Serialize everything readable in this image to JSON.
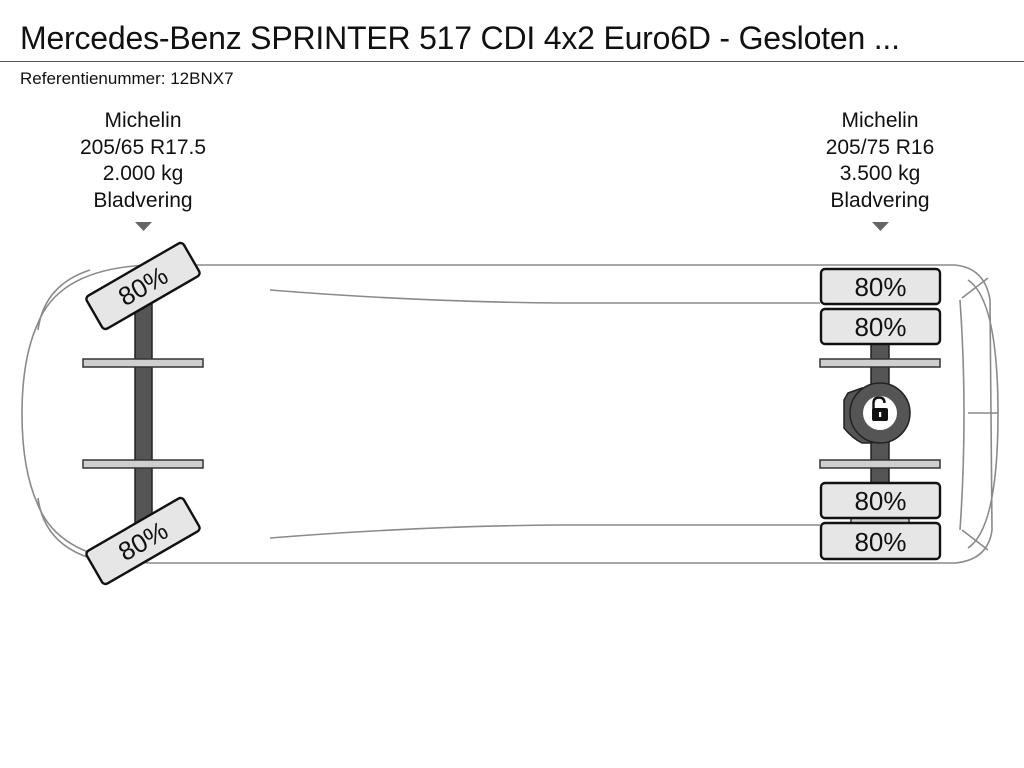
{
  "header": {
    "title": "Mercedes-Benz SPRINTER 517 CDI 4x2 Euro6D - Gesloten ...",
    "reference": "Referentienummer: 12BNX7"
  },
  "axles": [
    {
      "brand": "Michelin",
      "size": "205/65 R17.5",
      "load": "2.000 kg",
      "suspension": "Bladvering",
      "tires": [
        {
          "position": "front-left",
          "tread": "80%"
        },
        {
          "position": "front-right",
          "tread": "80%"
        }
      ]
    },
    {
      "brand": "Michelin",
      "size": "205/75 R16",
      "load": "3.500 kg",
      "suspension": "Bladvering",
      "tires": [
        {
          "position": "rear-left-outer",
          "tread": "80%"
        },
        {
          "position": "rear-left-inner",
          "tread": "80%"
        },
        {
          "position": "rear-right-inner",
          "tread": "80%"
        },
        {
          "position": "rear-right-outer",
          "tread": "80%"
        }
      ]
    }
  ],
  "icons": {
    "differential_lock": "unlocked-padlock-icon",
    "axle_marker": "triangle-down-icon"
  }
}
